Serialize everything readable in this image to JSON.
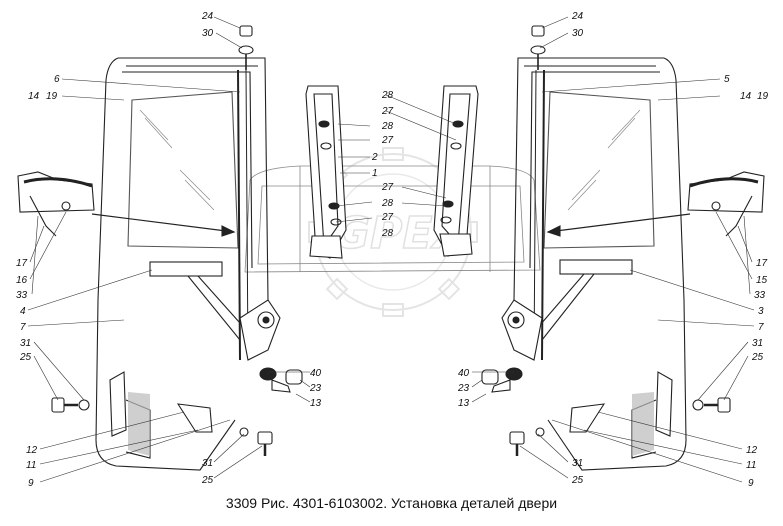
{
  "caption": "3309 Рис. 4301-6103002. Установка деталей двери",
  "watermark": "GPEX",
  "callouts": {
    "left_door": [
      "24",
      "30",
      "6",
      "14",
      "19",
      "17",
      "16",
      "33",
      "4",
      "7",
      "31",
      "25",
      "12",
      "11",
      "9",
      "40",
      "23",
      "13",
      "31",
      "25"
    ],
    "center_left": [
      "2",
      "1"
    ],
    "center_right": [
      "28",
      "27",
      "28",
      "27",
      "27",
      "28",
      "27",
      "28"
    ],
    "right_door": [
      "24",
      "30",
      "5",
      "14",
      "19",
      "17",
      "15",
      "33",
      "3",
      "7",
      "31",
      "25",
      "12",
      "11",
      "9",
      "40",
      "23",
      "13",
      "31",
      "25"
    ]
  }
}
